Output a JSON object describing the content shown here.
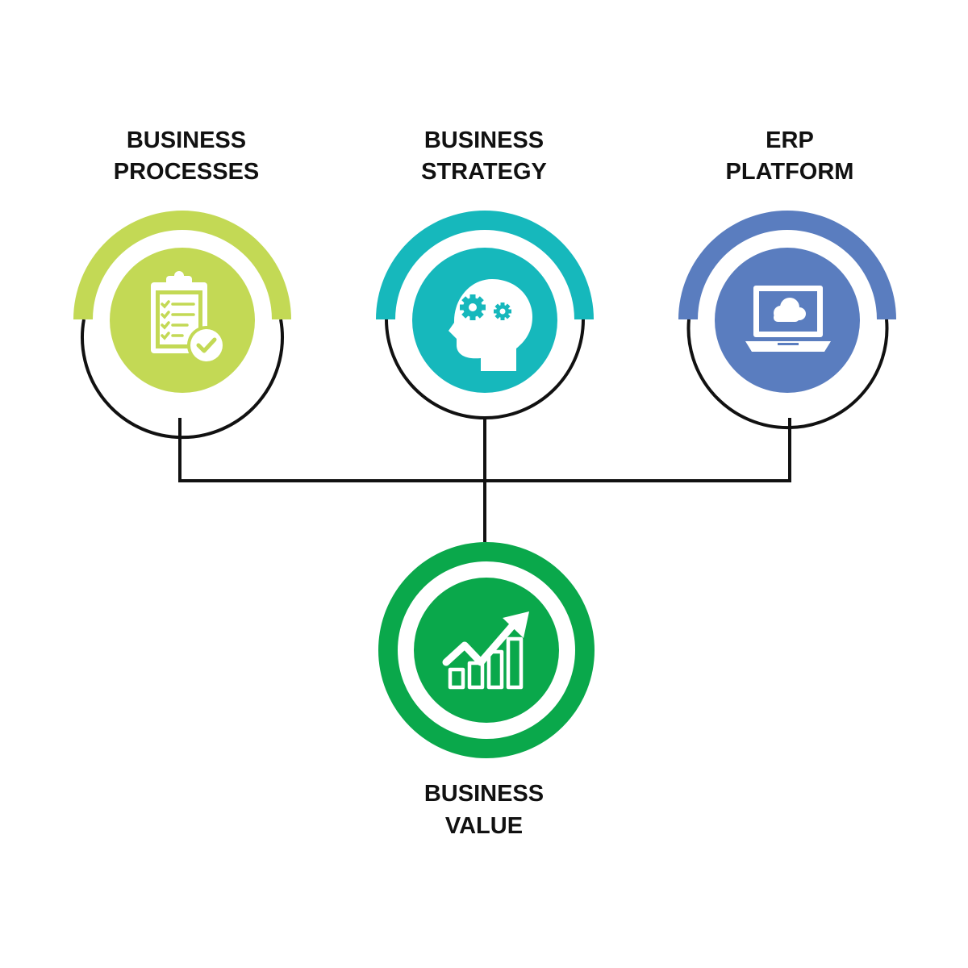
{
  "diagram": {
    "nodes": [
      {
        "id": "business-processes",
        "label_line1": "BUSINESS",
        "label_line2": "PROCESSES",
        "color": "#c3d955",
        "icon": "clipboard-check-icon"
      },
      {
        "id": "business-strategy",
        "label_line1": "BUSINESS",
        "label_line2": "STRATEGY",
        "color": "#16b8bc",
        "icon": "head-gears-icon"
      },
      {
        "id": "erp-platform",
        "label_line1": "ERP",
        "label_line2": "PLATFORM",
        "color": "#5a7dbf",
        "icon": "laptop-cloud-icon"
      }
    ],
    "result": {
      "id": "business-value",
      "label_line1": "BUSINESS",
      "label_line2": "VALUE",
      "color": "#0aa84b",
      "icon": "growth-chart-icon"
    },
    "connector_color": "#111111"
  }
}
